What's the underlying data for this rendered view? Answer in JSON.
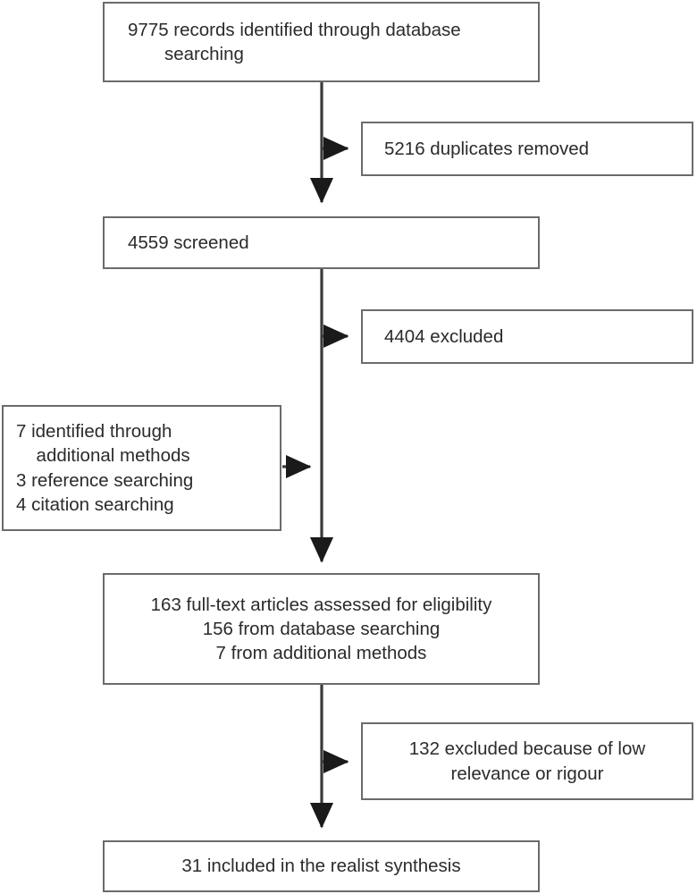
{
  "diagram": {
    "type": "prisma-flowchart",
    "title": "Study selection flow diagram",
    "line_color": "#6b6b6b",
    "text_color": "#2b2b2b",
    "arrow_color": "#1a1a1a",
    "background": "#ffffff",
    "nodes": [
      {
        "id": "records-identified",
        "lines": [
          "9775 records identified through database",
          "searching"
        ],
        "align": "left-indented"
      },
      {
        "id": "duplicates-removed",
        "lines": [
          "5216 duplicates removed"
        ],
        "align": "left"
      },
      {
        "id": "screened",
        "lines": [
          "4559 screened"
        ],
        "align": "left"
      },
      {
        "id": "excluded-screening",
        "lines": [
          "4404 excluded"
        ],
        "align": "left"
      },
      {
        "id": "additional-methods",
        "lines": [
          "7 identified through",
          "additional methods",
          "3 reference searching",
          "4 citation searching"
        ],
        "align": "left-indented"
      },
      {
        "id": "full-text-assessed",
        "lines": [
          "163 full-text articles assessed for eligibility",
          "156 from database searching",
          "7 from additional methods"
        ],
        "align": "center"
      },
      {
        "id": "excluded-low-relevance",
        "lines": [
          "132 excluded because of low",
          "relevance or rigour"
        ],
        "align": "center"
      },
      {
        "id": "included-synthesis",
        "lines": [
          "31 included in the realist synthesis"
        ],
        "align": "center"
      }
    ]
  },
  "chart_data": {
    "type": "flowchart",
    "title": "PRISMA study selection flow",
    "stages": [
      {
        "label": "Records identified through database searching",
        "value": 9775
      },
      {
        "label": "Duplicates removed",
        "value": 5216
      },
      {
        "label": "Screened",
        "value": 4559
      },
      {
        "label": "Excluded at screening",
        "value": 4404
      },
      {
        "label": "Identified through additional methods",
        "value": 7
      },
      {
        "label": "Reference searching",
        "value": 3
      },
      {
        "label": "Citation searching",
        "value": 4
      },
      {
        "label": "Full-text articles assessed for eligibility",
        "value": 163
      },
      {
        "label": "From database searching",
        "value": 156
      },
      {
        "label": "From additional methods",
        "value": 7
      },
      {
        "label": "Excluded because of low relevance or rigour",
        "value": 132
      },
      {
        "label": "Included in the realist synthesis",
        "value": 31
      }
    ]
  }
}
